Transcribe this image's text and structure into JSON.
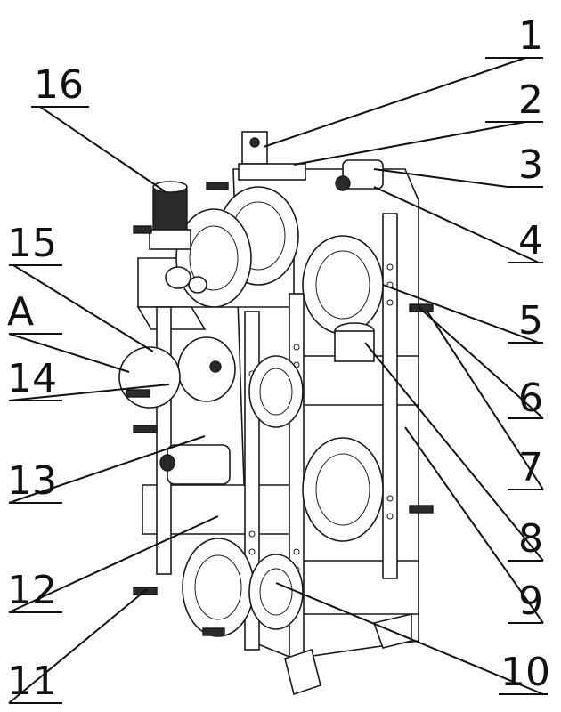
{
  "figure": {
    "labels": {
      "l1": "1",
      "l2": "2",
      "l3": "3",
      "l4": "4",
      "l5": "5",
      "l6": "6",
      "l7": "7",
      "l8": "8",
      "l9": "9",
      "l10": "10",
      "l11": "11",
      "l12": "12",
      "l13": "13",
      "l14": "14",
      "l15": "15",
      "l16": "16",
      "lA": "A"
    }
  }
}
